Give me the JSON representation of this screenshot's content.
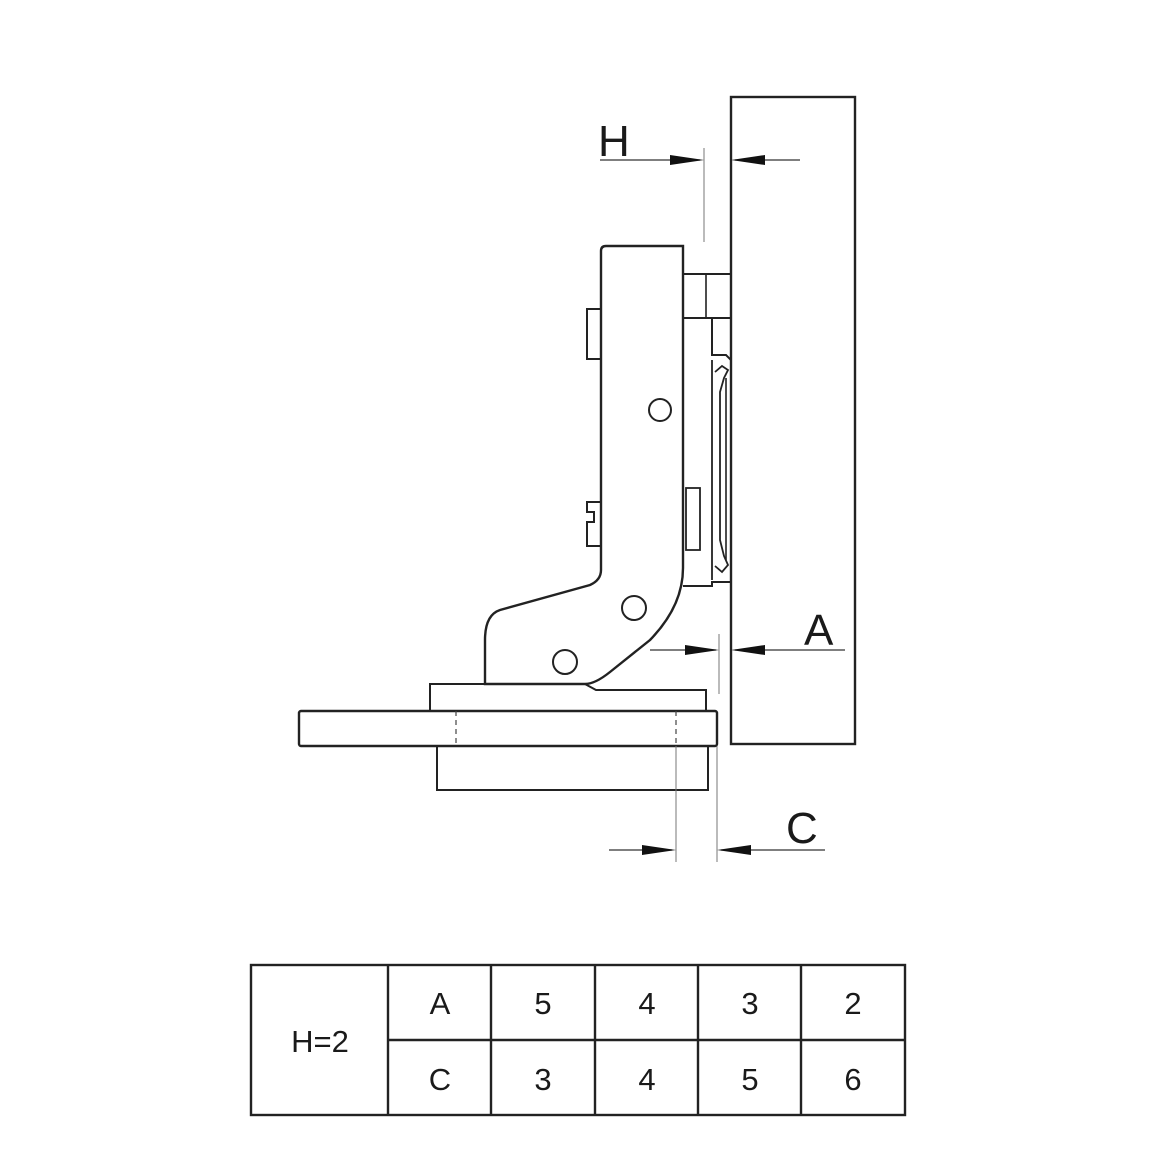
{
  "dimension_labels": {
    "h": "H",
    "a": "A",
    "c": "C"
  },
  "table": {
    "row_header": "H=2",
    "rows": [
      {
        "label": "A",
        "values": [
          "5",
          "4",
          "3",
          "2"
        ]
      },
      {
        "label": "C",
        "values": [
          "3",
          "4",
          "5",
          "6"
        ]
      }
    ]
  }
}
